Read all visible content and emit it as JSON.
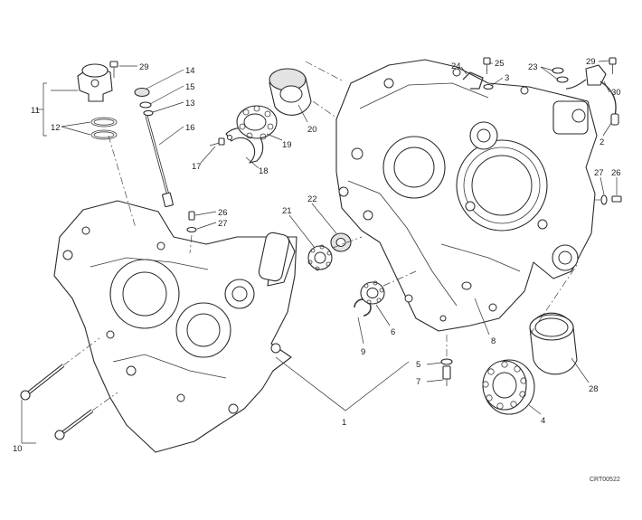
{
  "labels": [
    "1",
    "2",
    "3",
    "4",
    "5",
    "6",
    "7",
    "8",
    "9",
    "10",
    "11",
    "12",
    "13",
    "14",
    "15",
    "16",
    "17",
    "18",
    "19",
    "20",
    "21",
    "22",
    "23",
    "24",
    "25",
    "26",
    "27",
    "28",
    "29",
    "30"
  ],
  "drawing_code": "CRT00522"
}
